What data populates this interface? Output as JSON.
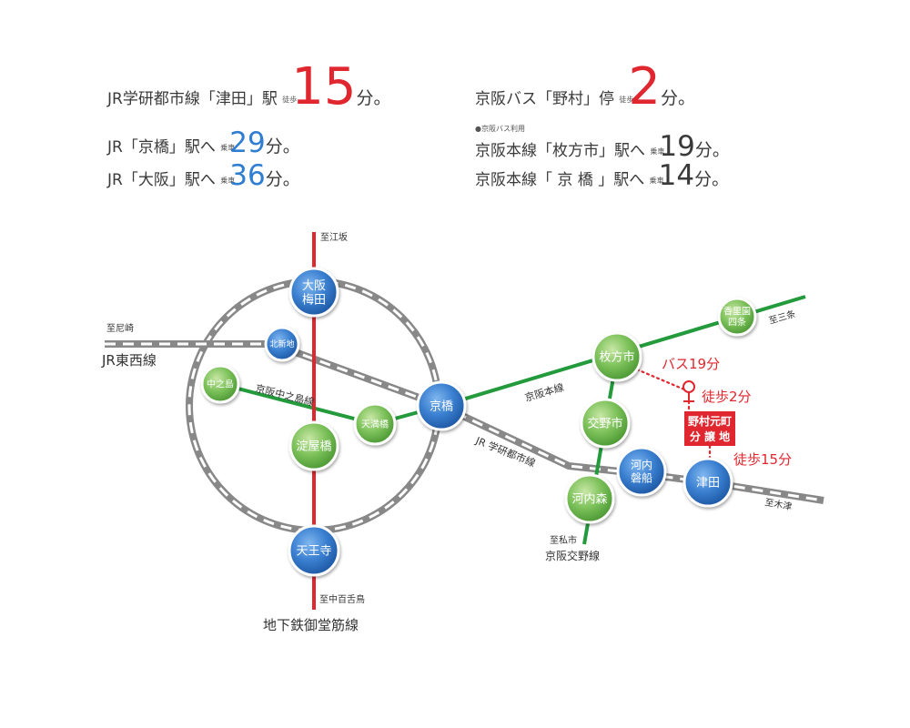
{
  "access_left": {
    "main": {
      "line": "JR学研都市線",
      "station": "「津田」駅",
      "note": "徒歩",
      "time": "15",
      "unit": "分。"
    },
    "sub": [
      {
        "text": "JR「京橋」駅へ",
        "note": "乗車",
        "time": "29",
        "unit": "分。"
      },
      {
        "text": "JR「大阪」駅へ",
        "note": "乗車",
        "time": "36",
        "unit": "分。"
      }
    ]
  },
  "access_right": {
    "main": {
      "line": "京阪バス",
      "station": "「野村」停",
      "note": "徒歩",
      "time": "2",
      "unit": "分。"
    },
    "bus_note": "●京阪バス利用",
    "sub": [
      {
        "text": "京阪本線「枚方市」駅へ",
        "note": "乗車",
        "time": "19",
        "unit": "分。"
      },
      {
        "text": "京阪本線「 京 橋 」駅へ",
        "note": "乗車",
        "time": "14",
        "unit": "分。"
      }
    ]
  },
  "map": {
    "stations": {
      "osaka_umeda": "大阪\n梅田",
      "kitashinchi": "北新地",
      "nakanoshima": "中之島",
      "temmabashi": "天満橋",
      "yodoyabashi": "淀屋橋",
      "kyobashi": "京橋",
      "tennoji": "天王寺",
      "hirakatashi": "枚方市",
      "korien": "香里園\n四条",
      "katanoshi": "交野市",
      "kawachi_iwafune": "河内\n磐船",
      "kawachimori": "河内森",
      "tsuda": "津田"
    },
    "line_labels": {
      "jr_tozai": "JR東西線",
      "keihan_nakanoshima": "京阪中之島線",
      "keihan_main": "京阪本線",
      "jr_gakken": "JR 学研都市線",
      "keihan_katano": "京阪交野線",
      "midosuji": "地下鉄御堂筋線"
    },
    "direction_labels": {
      "to_esaka": "至江坂",
      "to_amagasaki": "至尼崎",
      "to_sanjo": "至三条",
      "to_kizu": "至木津",
      "to_shimizu": "至私市",
      "to_nakamozu": "至中百舌鳥"
    },
    "site_label": "野村元町\n分 譲 地",
    "route_bus": "バス19分",
    "route_walk2": "徒歩2分",
    "route_walk15": "徒歩15分",
    "colors": {
      "red": "#e0262e",
      "green": "#239a3b",
      "gray": "#888888",
      "blue_station": "#2f6fc0",
      "green_station": "#6cba4e"
    }
  }
}
